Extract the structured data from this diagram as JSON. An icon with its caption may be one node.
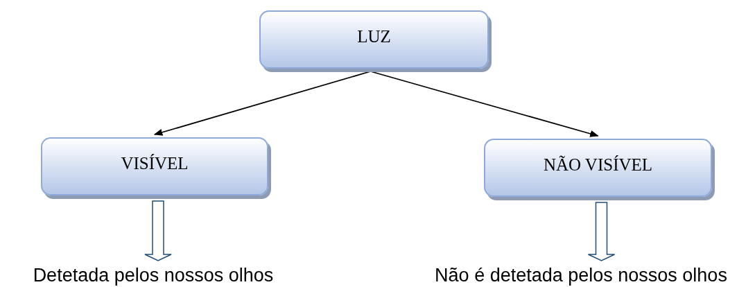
{
  "diagram": {
    "nodes": [
      {
        "text": [
          "LUZ"
        ]
      },
      {
        "text": [
          "VISÍVEL"
        ]
      },
      {
        "text": [
          "NÃO VISÍVEL"
        ]
      },
      {
        "text": [
          "Detetada pelos nossos olhos"
        ]
      },
      {
        "text": [
          "Não é detetada pelos nossos olhos"
        ]
      }
    ],
    "edges": [
      {
        "from": 0,
        "to": 1,
        "arrow": "to"
      },
      {
        "from": 0,
        "to": 2,
        "arrow": "to"
      },
      {
        "from": 1,
        "to": 3,
        "arrow": "to",
        "style": "thick",
        "color": "#1f4e79"
      },
      {
        "from": 2,
        "to": 4,
        "arrow": "to",
        "style": "thick",
        "color": "#1f4e79"
      }
    ]
  }
}
